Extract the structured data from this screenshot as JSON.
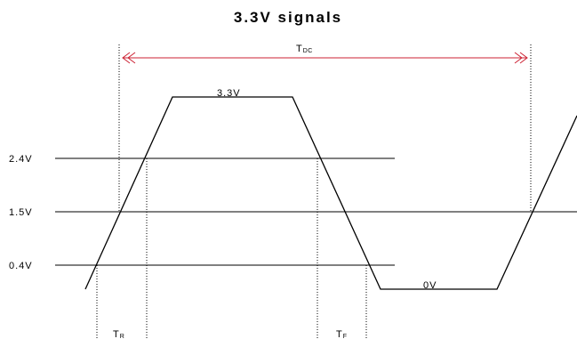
{
  "title": "3.3V signals",
  "levels": {
    "high": "2.4V",
    "mid": "1.5V",
    "low": "0.4V"
  },
  "waveform": {
    "peak_label": "3.3V",
    "floor_label": "0V"
  },
  "timing": {
    "rise": {
      "main": "T",
      "sub": "R"
    },
    "fall": {
      "main": "T",
      "sub": "F"
    },
    "duty": {
      "main": "T",
      "sub": "DC"
    }
  },
  "colors": {
    "waveform": "#000000",
    "duty_arrow": "#cc2233"
  }
}
